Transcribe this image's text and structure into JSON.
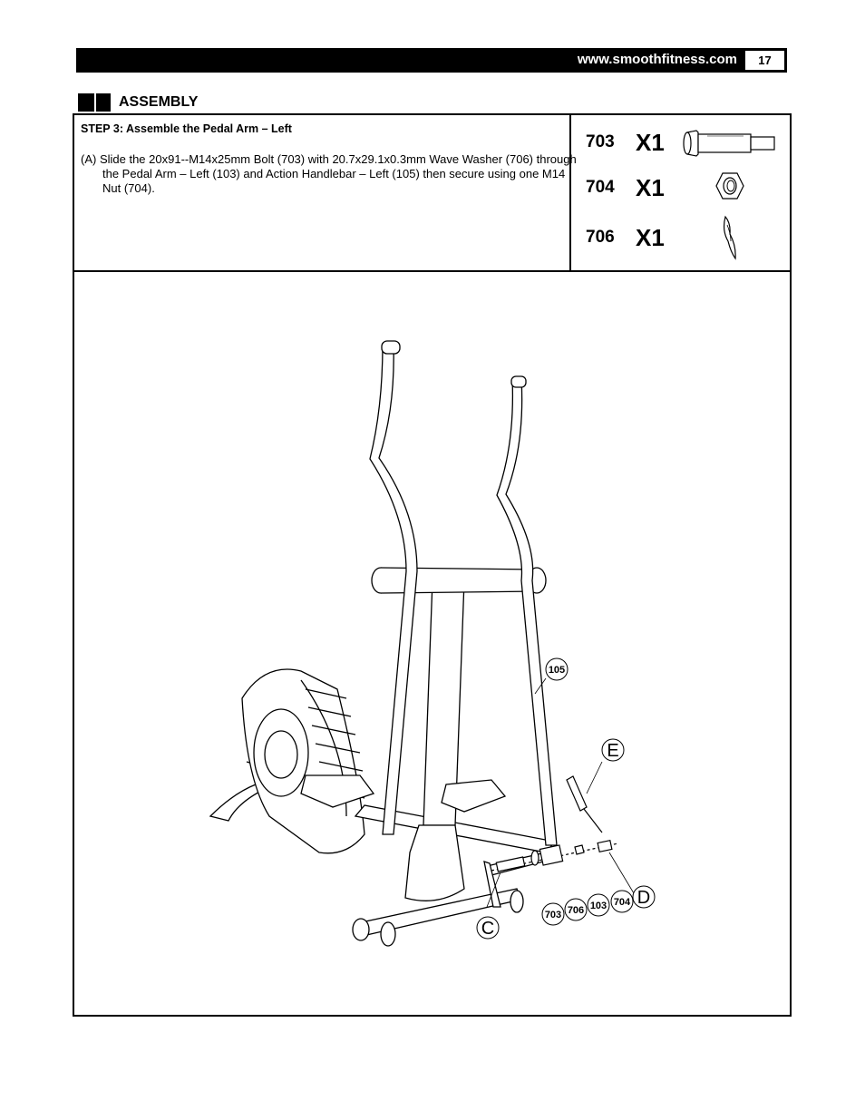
{
  "header": {
    "website": "www.smoothfitness.com",
    "page_number": "17"
  },
  "section": {
    "title": "ASSEMBLY"
  },
  "step": {
    "label": "STEP 3",
    "title": "Assemble the Pedal Arm – Left",
    "instruction": "(A) Slide the 20x91--M14x25mm Bolt (703) with 20.7x29.1x0.3mm Wave Washer (706) through the Pedal Arm – Left (103) and Action Handlebar – Left (105) then secure using one M14 Nut (704)."
  },
  "parts": [
    {
      "number": "703",
      "quantity": "X1",
      "icon": "bolt-icon"
    },
    {
      "number": "704",
      "quantity": "X1",
      "icon": "nut-icon"
    },
    {
      "number": "706",
      "quantity": "X1",
      "icon": "wave-washer-icon"
    }
  ],
  "diagram": {
    "callouts": {
      "handlebar": "105",
      "bolt": "703",
      "washer": "706",
      "pedal_arm": "103",
      "nut": "704"
    },
    "labels": {
      "e": "E",
      "d": "D",
      "c": "C"
    }
  }
}
